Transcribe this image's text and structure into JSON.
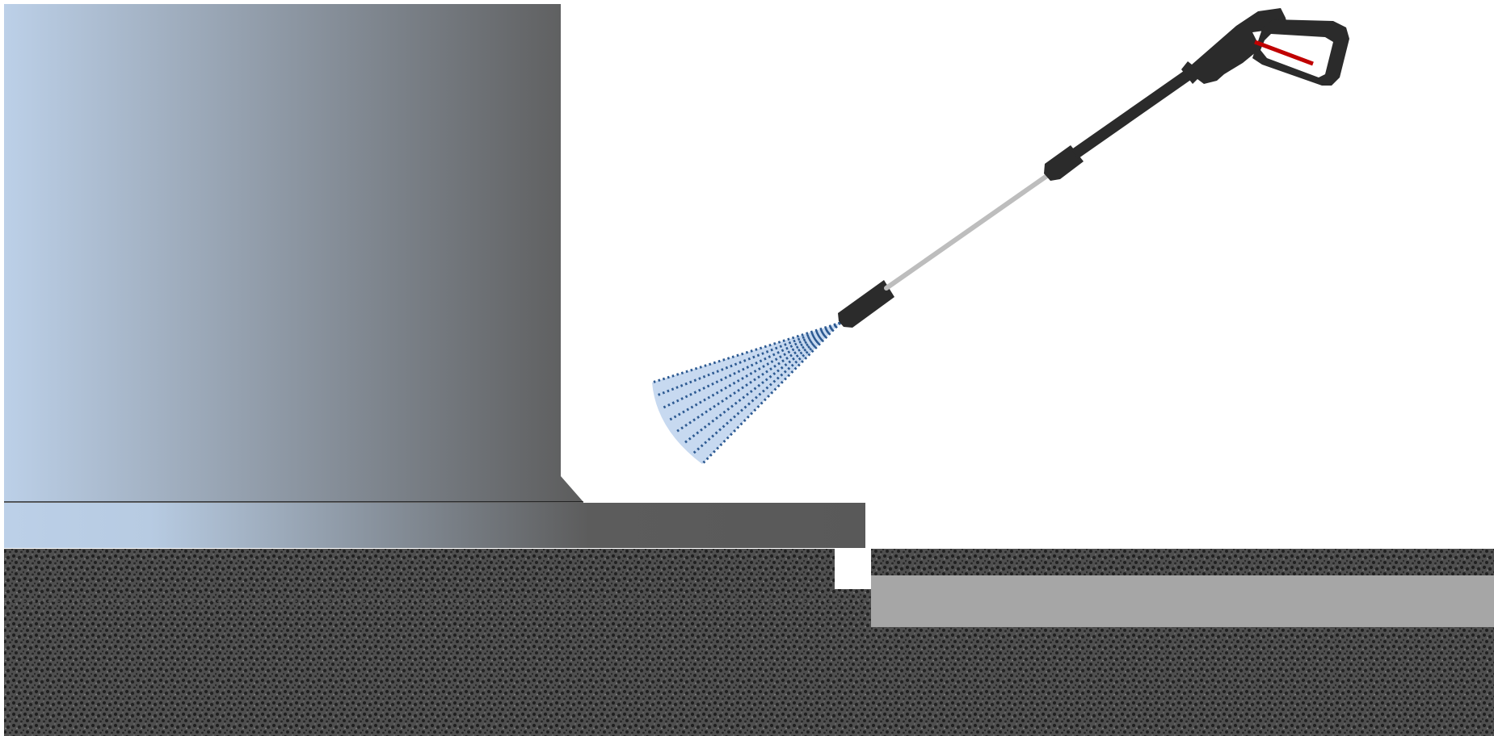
{
  "scene": {
    "subject": "pressure-washer-spraying-wall",
    "colors": {
      "background": "#ffffff",
      "wall_light": "#bcd0e8",
      "wall_dark": "#5c5c5c",
      "wall_outline": "#000000",
      "ground_base": "#4f4f4f",
      "ground_speckle": "#262626",
      "ground_highlight": "#8a8a8a",
      "slab": "#a6a6a6",
      "gun_body": "#2b2b2b",
      "wand": "#bdbdbd",
      "trigger_accent": "#c00000",
      "spray_fill": "#c7d9f0",
      "spray_line": "#2d5a92"
    },
    "spray": {
      "jet_count": 8,
      "fan_shape": "cone"
    }
  }
}
